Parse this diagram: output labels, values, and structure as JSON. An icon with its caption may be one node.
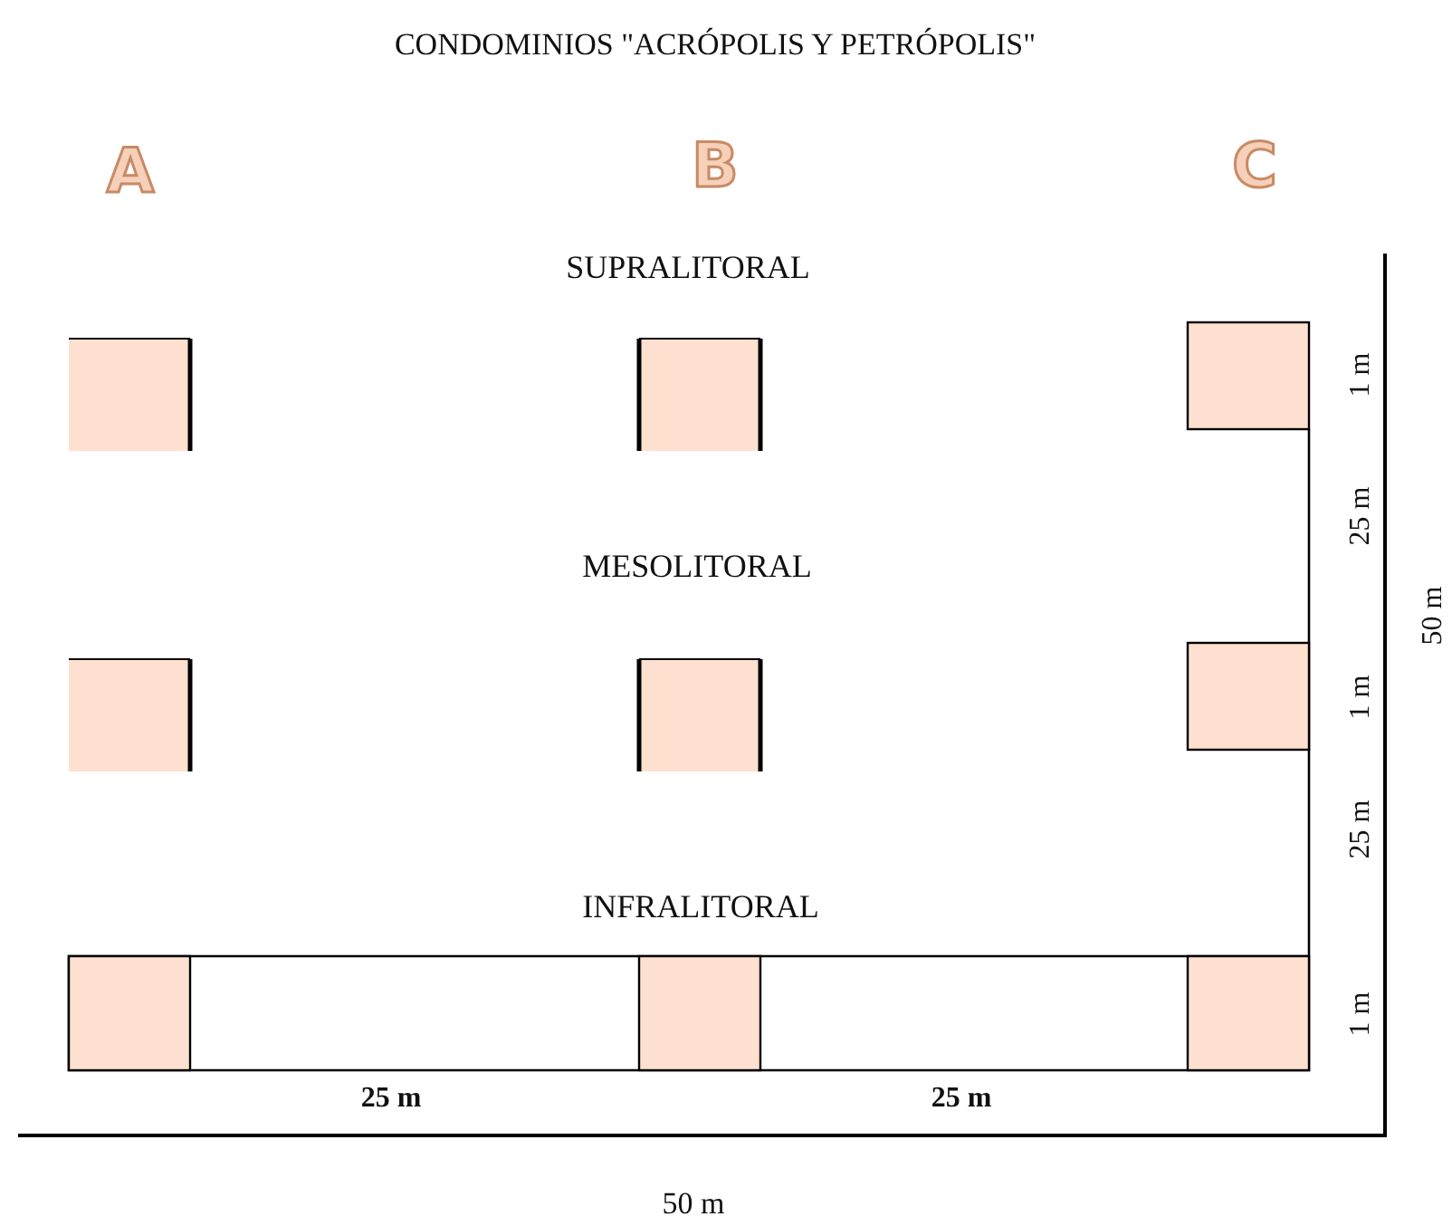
{
  "diagram": {
    "title": "CONDOMINIOS \"ACRÓPOLIS Y PETRÓPOLIS\"",
    "labels": [
      "A",
      "B",
      "C",
      "SUPRALITORAL",
      "MESOLITORAL",
      "INFRALITORAL",
      "1 m",
      "25 m",
      "1 m",
      "25 m",
      "1 m",
      "50 m",
      "25 m",
      "25 m",
      "50 m"
    ]
  }
}
